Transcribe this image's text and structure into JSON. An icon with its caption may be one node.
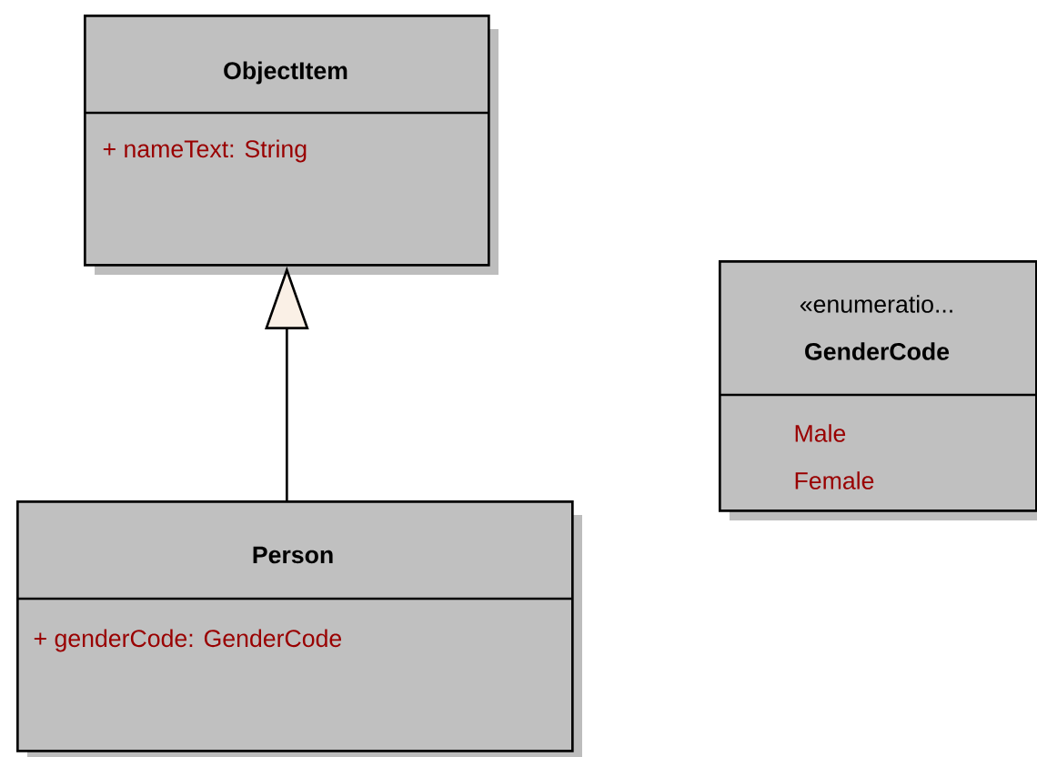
{
  "diagram": {
    "nodes": [
      {
        "text": [
          "ObjectItem",
          "+ nameText: String"
        ]
      },
      {
        "text": [
          "Person",
          "+ genderCode: GenderCode"
        ]
      },
      {
        "text": [
          "«enumeratio...",
          "GenderCode",
          "Male",
          "Female"
        ]
      }
    ],
    "edges": [
      {
        "from": 1,
        "to": 0,
        "arrow": "to"
      }
    ]
  }
}
